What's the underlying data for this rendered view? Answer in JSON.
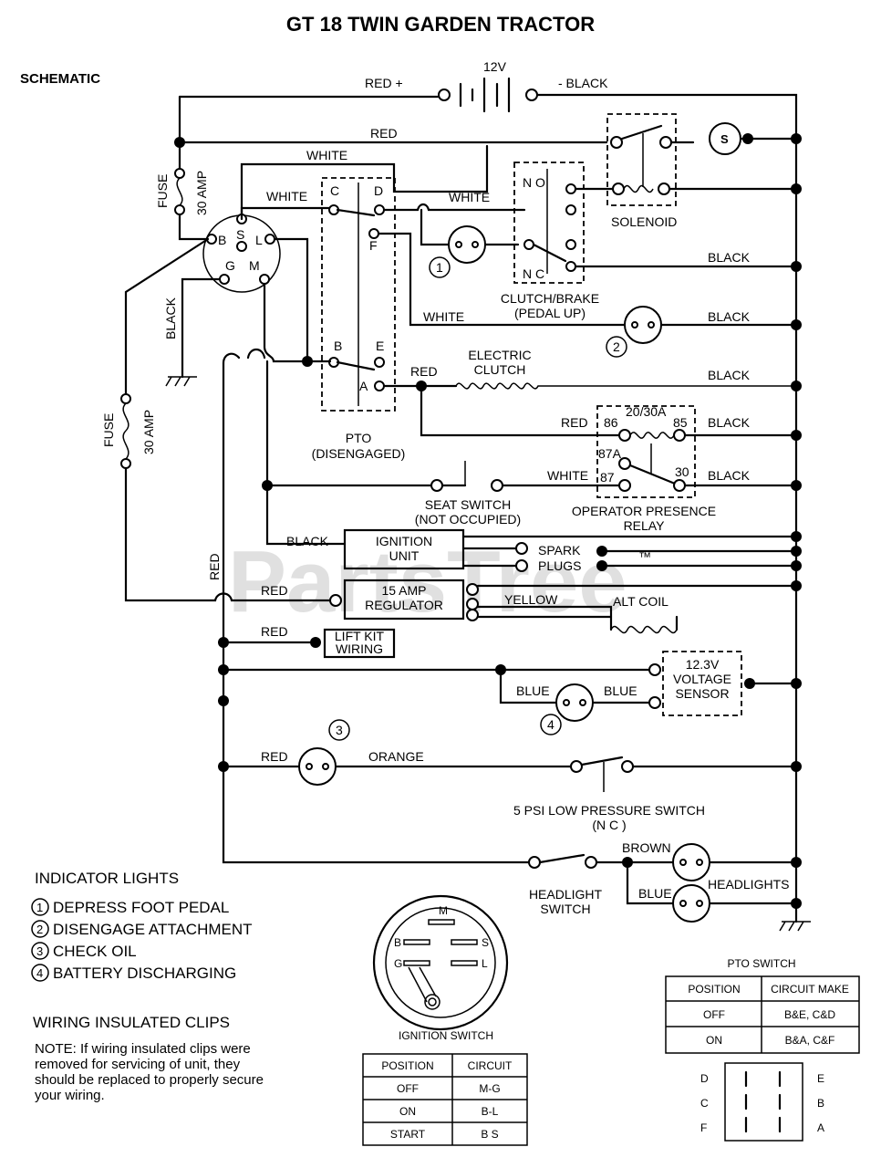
{
  "title": "GT 18 TWIN GARDEN TRACTOR",
  "section": "SCHEMATIC",
  "watermark": "PartsTree",
  "watermark_tm": "™",
  "labels": {
    "red_plus": "RED +",
    "v12": "12V",
    "minus_black": "- BLACK",
    "red_top": "RED",
    "white_top": "WHITE",
    "white_c": "WHITE",
    "white_no": "WHITE",
    "fuse1": "FUSE",
    "amp1": "30 AMP",
    "black_ground": "BLACK",
    "fuse2": "FUSE",
    "amp2": "30 AMP",
    "white_sw2": "WHITE",
    "black_sol": "BLACK",
    "black_sw2": "BLACK",
    "red_pto": "RED",
    "electric_clutch": "ELECTRIC\nCLUTCH",
    "black_clutch": "BLACK",
    "red_relay": "RED",
    "black_85": "BLACK",
    "white_87": "WHITE",
    "black_30": "BLACK",
    "seat_switch": "SEAT SWITCH\n(NOT OCCUPIED)",
    "opr": "OPERATOR PRESENCE\nRELAY",
    "black_ign": "BLACK",
    "ignition_unit": "IGNITION\nUNIT",
    "spark_plugs": "SPARK\nPLUGS",
    "red_reg": "RED",
    "regulator": "15 AMP\nREGULATOR",
    "yellow": "YELLOW",
    "alt_coil": "ALT COIL",
    "red_vert": "RED",
    "red_lift": "RED",
    "lift_kit": "LIFT KIT\nWIRING",
    "voltage_sensor": "12.3V\nVOLTAGE\nSENSOR",
    "blue1": "BLUE",
    "blue2": "BLUE",
    "red_oil": "RED",
    "orange": "ORANGE",
    "low_pressure": "5 PSI LOW PRESSURE SWITCH\n(N C )",
    "brown": "BROWN",
    "blue_head": "BLUE",
    "headlight_switch": "HEADLIGHT\nSWITCH",
    "headlights": "HEADLIGHTS",
    "pto": "PTO\n(DISENGAGED)",
    "clutch_brake": "CLUTCH/BRAKE\n(PEDAL UP)",
    "solenoid": "SOLENOID",
    "no": "N O",
    "nc": "N C",
    "relay_rating": "20/30A",
    "s_mark": "S",
    "ignition_switch": "IGNITION SWITCH"
  },
  "pto_terms": [
    "C",
    "D",
    "F",
    "B",
    "E",
    "A"
  ],
  "ign_terms": [
    "B",
    "S",
    "L",
    "G",
    "M"
  ],
  "relay_terms": [
    "86",
    "85",
    "87A",
    "87",
    "30"
  ],
  "ign_sw_face": [
    "M",
    "B",
    "S",
    "G",
    "L"
  ],
  "indicators": {
    "heading": "INDICATOR LIGHTS",
    "items": [
      {
        "num": "1",
        "text": "DEPRESS FOOT PEDAL"
      },
      {
        "num": "2",
        "text": "DISENGAGE ATTACHMENT"
      },
      {
        "num": "3",
        "text": "CHECK OIL"
      },
      {
        "num": "4",
        "text": "BATTERY DISCHARGING"
      }
    ]
  },
  "callouts": [
    "1",
    "2",
    "3",
    "4"
  ],
  "clips": {
    "heading": "WIRING INSULATED CLIPS",
    "note": "NOTE: If wiring insulated clips were\nremoved for servicing of unit, they\nshould be replaced to properly secure\nyour wiring."
  },
  "ign_table": {
    "headers": [
      "POSITION",
      "CIRCUIT"
    ],
    "rows": [
      [
        "OFF",
        "M-G"
      ],
      [
        "ON",
        "B-L"
      ],
      [
        "START",
        "B S"
      ]
    ]
  },
  "pto_table": {
    "title": "PTO SWITCH",
    "headers": [
      "POSITION",
      "CIRCUIT MAKE"
    ],
    "rows": [
      [
        "OFF",
        "B&E, C&D"
      ],
      [
        "ON",
        "B&A, C&F"
      ]
    ]
  },
  "pto_diagram_terms": {
    "left": [
      "D",
      "C",
      "F"
    ],
    "right": [
      "E",
      "B",
      "A"
    ]
  }
}
